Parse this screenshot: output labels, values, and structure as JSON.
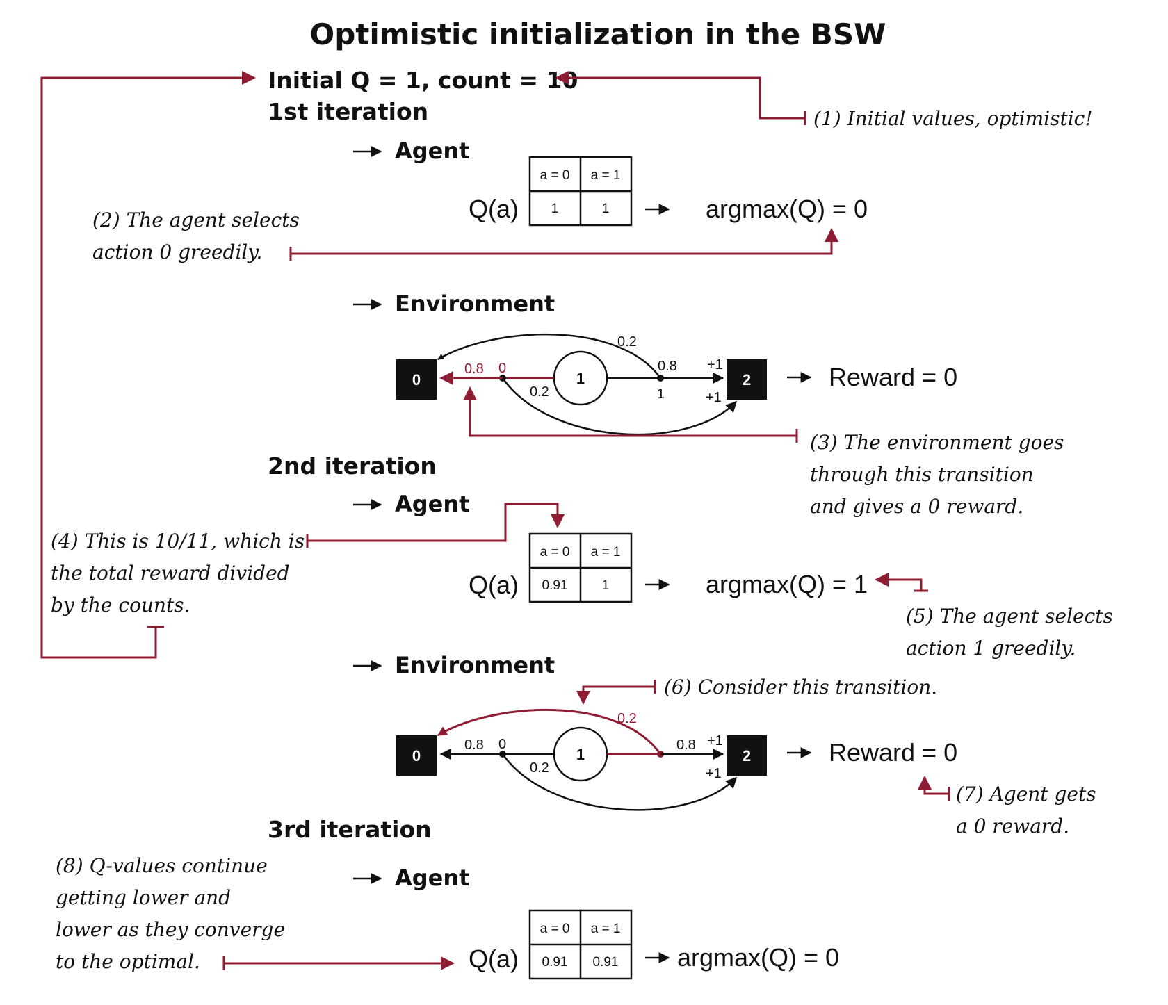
{
  "title": "Optimistic initialization in the BSW",
  "initial": "Initial Q = 1, count = 10",
  "iterations": [
    {
      "label": "1st iteration",
      "agent": "Agent",
      "environment": "Environment",
      "q_label": "Q(a)",
      "headers": [
        "a = 0",
        "a = 1"
      ],
      "values": [
        "1",
        "1"
      ],
      "argmax": "argmax(Q) = 0",
      "reward": "Reward = 0"
    },
    {
      "label": "2nd iteration",
      "agent": "Agent",
      "environment": "Environment",
      "q_label": "Q(a)",
      "headers": [
        "a = 0",
        "a = 1"
      ],
      "values": [
        "0.91",
        "1"
      ],
      "argmax": "argmax(Q) = 1",
      "reward": "Reward = 0"
    },
    {
      "label": "3rd iteration",
      "agent": "Agent",
      "q_label": "Q(a)",
      "headers": [
        "a = 0",
        "a = 1"
      ],
      "values": [
        "0.91",
        "0.91"
      ],
      "argmax": "argmax(Q) = 0"
    }
  ],
  "mdp": {
    "states": [
      "0",
      "1",
      "2"
    ],
    "probs": {
      "left": "0.8",
      "left_slip": "0.2",
      "right": "0.8",
      "right_slip": "0.2",
      "certain": "1"
    },
    "rewards": {
      "zero": "0",
      "plus": "+1"
    }
  },
  "notes": {
    "n1": "(1) Initial values, optimistic!",
    "n2": [
      "(2) The agent selects",
      "action 0 greedily."
    ],
    "n3": [
      "(3) The environment goes",
      "through this transition",
      "and gives a 0 reward."
    ],
    "n4": [
      "(4) This is 10/11, which is",
      "the total reward divided",
      "by the counts."
    ],
    "n5": [
      "(5) The agent selects",
      "action 1 greedily."
    ],
    "n6": "(6) Consider this transition.",
    "n7": [
      "(7) Agent gets",
      "a 0 reward."
    ],
    "n8": [
      "(8) Q-values continue",
      "getting lower and",
      "lower as they converge",
      "to the optimal."
    ]
  },
  "colors": {
    "accent": "#8e1d33",
    "ink": "#111111"
  }
}
